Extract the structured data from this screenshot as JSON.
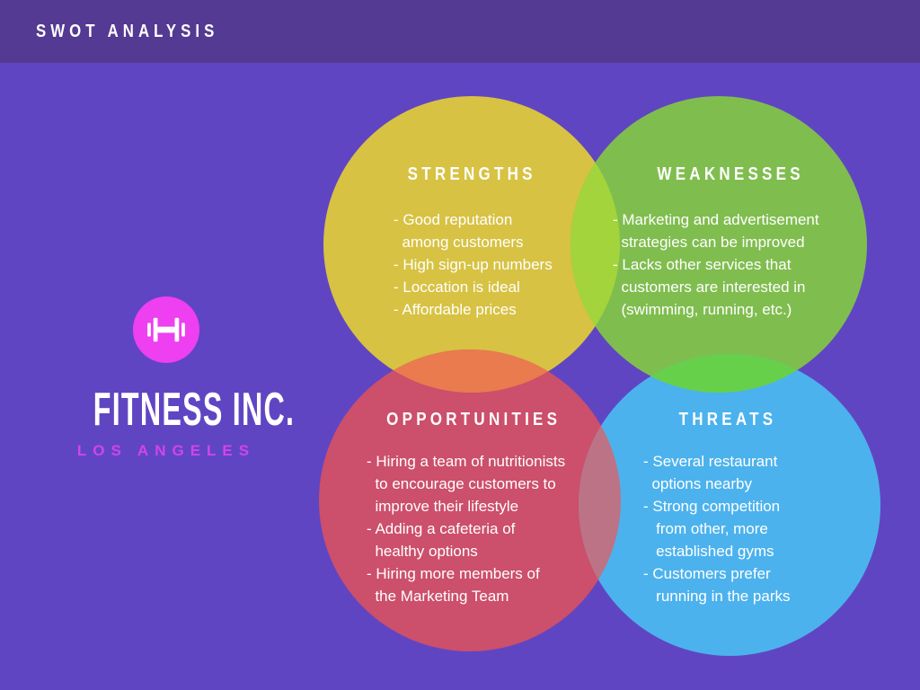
{
  "header": {
    "title": "SWOT ANALYSIS"
  },
  "brand": {
    "name": "FITNESS INC.",
    "location": "LOS ANGELES",
    "logo_icon": "dumbbell"
  },
  "colors": {
    "page_bg": "#6045c3",
    "header_bg": "#543a92",
    "text": "#ffffff",
    "logo_bg": "#ee3ff0",
    "location_text": "#d144ea"
  },
  "venn": {
    "quadrants": [
      {
        "id": "strengths",
        "title": "STRENGTHS",
        "color": "#d7c243",
        "lines": [
          "- Good reputation",
          "  among customers",
          "- High sign-up numbers",
          "- Loccation is ideal",
          "- Affordable prices"
        ]
      },
      {
        "id": "weaknesses",
        "title": "WEAKNESSES",
        "color": "#80bd4f",
        "lines": [
          "- Marketing and advertisement",
          "  strategies can be improved",
          "- Lacks other services that",
          "  customers are interested in",
          "  (swimming, running, etc.)"
        ]
      },
      {
        "id": "opportunities",
        "title": "OPPORTUNITIES",
        "color": "#cc4f6b",
        "lines": [
          "- Hiring a team of nutritionists",
          "  to encourage customers to",
          "  improve their lifestyle",
          "- Adding a cafeteria of",
          "  healthy options",
          "- Hiring more members of",
          "  the Marketing Team"
        ]
      },
      {
        "id": "threats",
        "title": "THREATS",
        "color": "#4cb2ed",
        "lines": [
          "- Several restaurant",
          "  options nearby",
          "- Strong competition",
          "   from other, more",
          "   established gyms",
          "- Customers prefer",
          "   running in the parks"
        ]
      }
    ],
    "overlaps": {
      "strengths_weaknesses": "#a3d43c",
      "strengths_opportunities": "#e97b4e",
      "weaknesses_threats": "#67d04b",
      "opportunities_threats": "#bc7386"
    }
  }
}
